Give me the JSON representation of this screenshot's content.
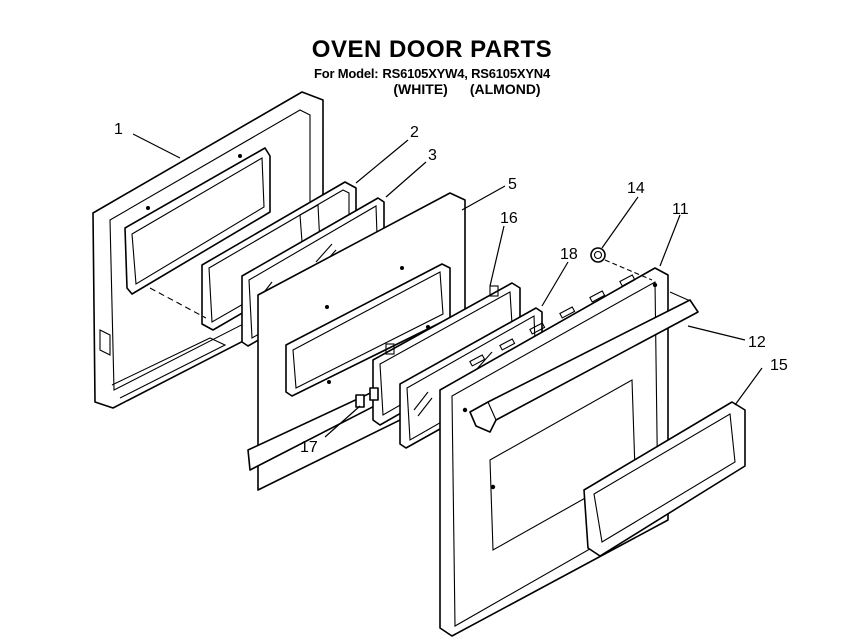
{
  "header": {
    "title": "OVEN DOOR PARTS",
    "model_label": "For Model:",
    "models": "RS6105XYW4, RS6105XYN4",
    "color_white": "(WHITE)",
    "color_almond": "(ALMOND)"
  },
  "callouts": {
    "c1": "1",
    "c2": "2",
    "c3": "3",
    "c5": "5",
    "c11": "11",
    "c12": "12",
    "c14": "14",
    "c15": "15",
    "c16": "16",
    "c17": "17",
    "c18": "18"
  }
}
